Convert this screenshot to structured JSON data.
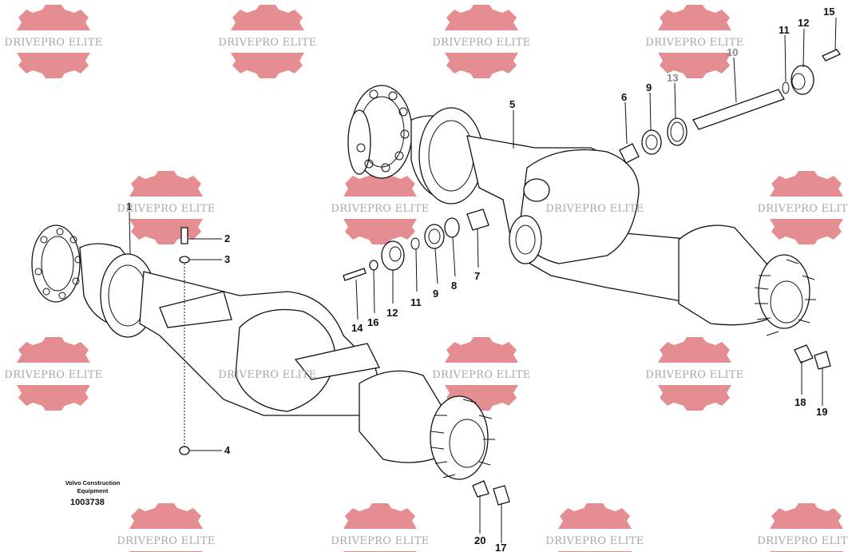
{
  "watermark": {
    "text": "DRIVEPRO ELITE",
    "color": "#e07a7e"
  },
  "brand": {
    "line1": "Volvo Construction",
    "line2": "Equipment",
    "number": "1003738"
  },
  "callouts": [
    "2",
    "3",
    "4",
    "5",
    "6",
    "7",
    "8",
    "9",
    "9",
    "10",
    "11",
    "11",
    "12",
    "12",
    "13",
    "14",
    "15",
    "16",
    "17",
    "18",
    "19",
    "20",
    "1"
  ]
}
